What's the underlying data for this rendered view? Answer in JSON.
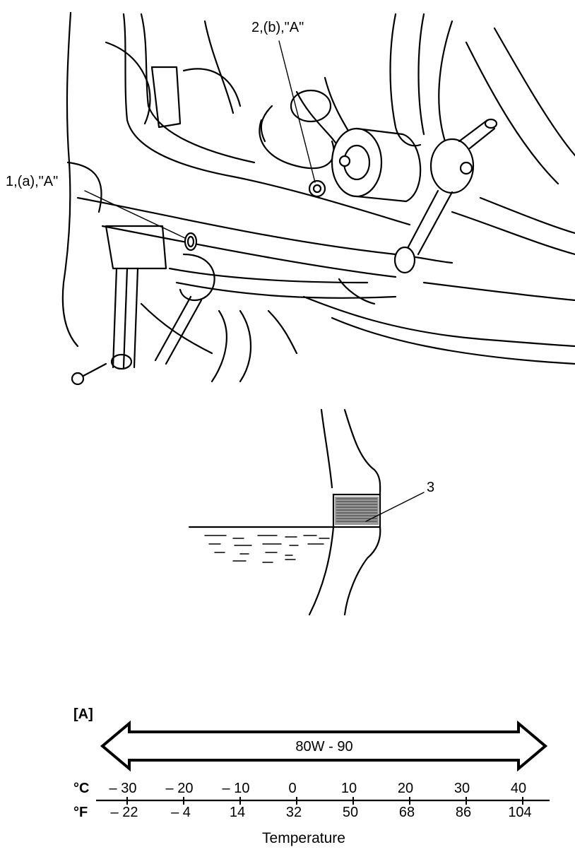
{
  "figure": {
    "callouts": {
      "item_1": "1,(a),\"A\"",
      "item_2": "2,(b),\"A\"",
      "item_3": "3"
    }
  },
  "viscosity_chart": {
    "bracket_label": "[A]",
    "arrow_label": "80W - 90",
    "celsius_unit": "°C",
    "fahrenheit_unit": "°F",
    "celsius_ticks": [
      "– 30",
      "– 20",
      "– 10",
      "0",
      "10",
      "20",
      "30",
      "40"
    ],
    "fahrenheit_ticks": [
      "– 22",
      "– 4",
      "14",
      "32",
      "50",
      "68",
      "86",
      "104"
    ],
    "axis_title": "Temperature"
  }
}
